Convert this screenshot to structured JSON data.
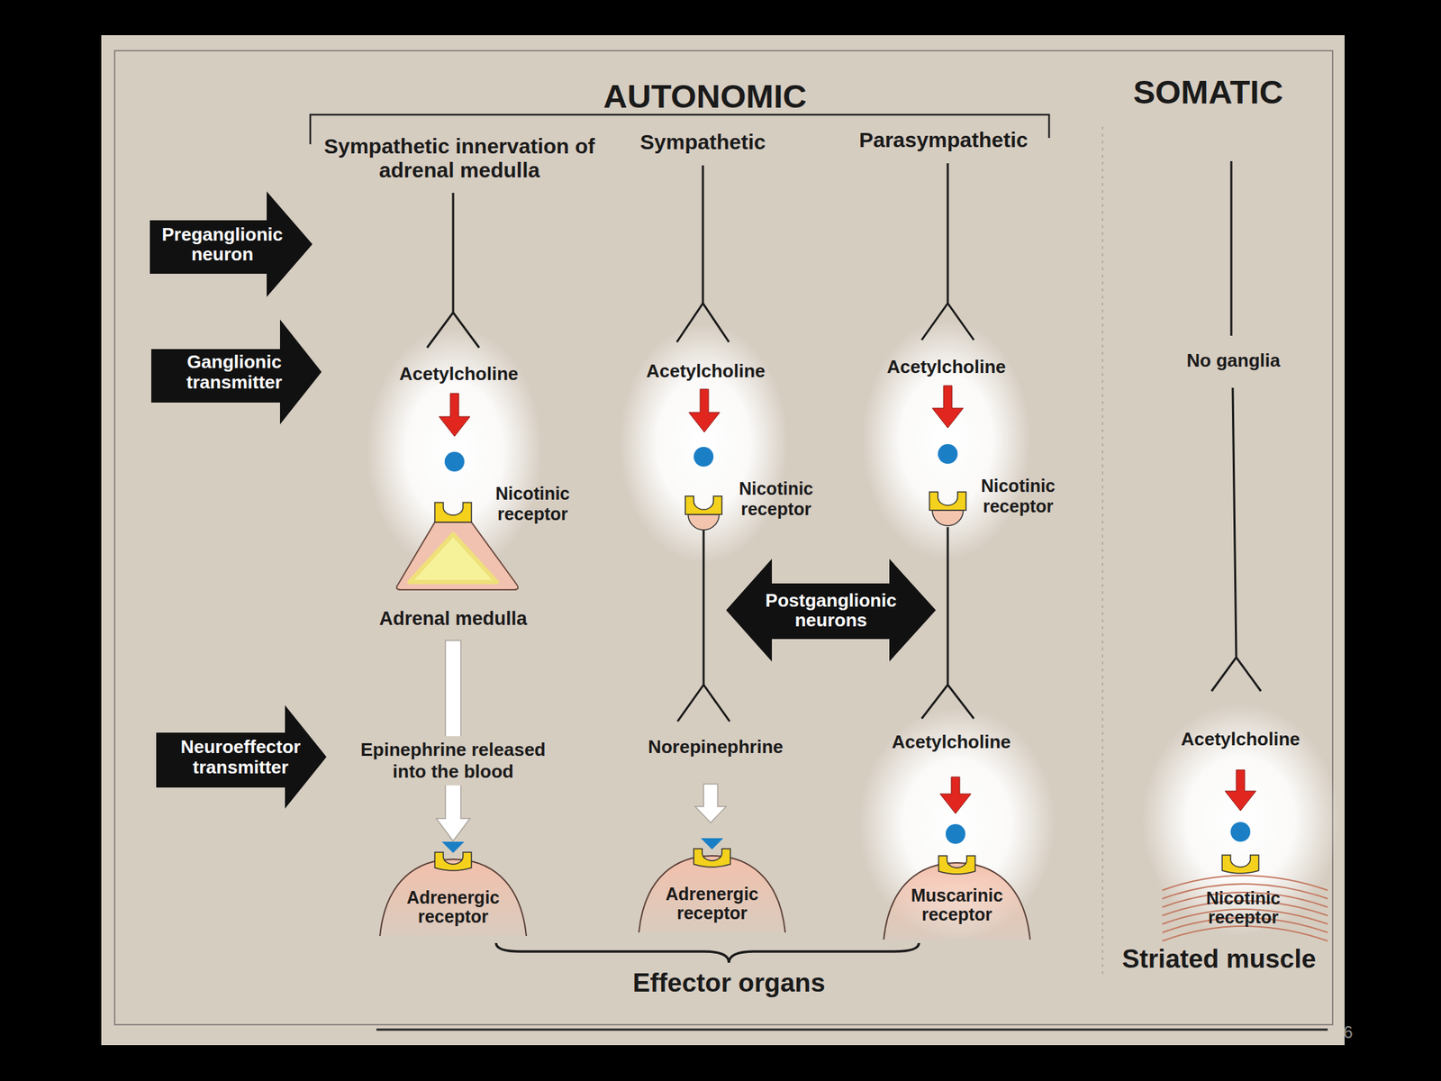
{
  "diagram": {
    "nodes": [
      {
        "text": [
          "Preganglionic neuron"
        ]
      },
      {
        "text": [
          "Ganglionic transmitter"
        ]
      },
      {
        "text": [
          "Adrenal medulla"
        ]
      },
      {
        "text": [
          "Postganglionic neurons"
        ]
      },
      {
        "text": [
          "Neuroeffector transmitter"
        ]
      },
      {
        "text": [
          "Adrenergic receptor"
        ]
      },
      {
        "text": [
          "Adrenergic receptor"
        ]
      },
      {
        "text": [
          "Muscarinic receptor"
        ]
      },
      {
        "text": [
          "Nicotinic receptor",
          "Striated muscle"
        ]
      }
    ],
    "edges": [
      {
        "from": 2,
        "to": 5,
        "arrow": "to",
        "label": "Epinephrine released into the blood"
      }
    ],
    "labels": [
      "AUTONOMIC",
      "SOMATIC",
      "Sympathetic innervation of adrenal medulla",
      "Sympathetic",
      "Parasympathetic",
      "Acetylcholine",
      "Nicotinic receptor",
      "Acetylcholine",
      "Nicotinic receptor",
      "Acetylcholine",
      "Nicotinic receptor",
      "No ganglia",
      "Norepinephrine",
      "Acetylcholine",
      "Acetylcholine",
      "Effector organs",
      "6"
    ]
  }
}
